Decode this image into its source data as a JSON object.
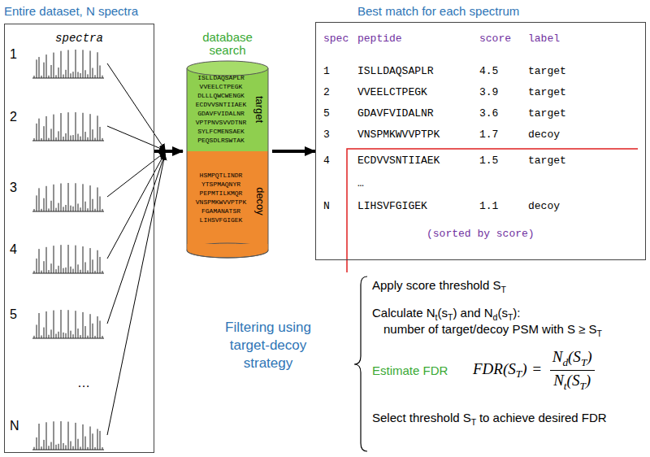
{
  "diagram": {
    "nodes": [
      {
        "text": [
          "Entire dataset, N spectra",
          "spectra"
        ]
      },
      {
        "text": [
          "database search"
        ]
      },
      {
        "text": [
          "ISLLDAQSAPLR",
          "VVEELCTPEGK",
          "DLLLQWCWENGK",
          "ECDVVSNTIIAEK",
          "GDAVFVIDALNR",
          "VPTPNVSVVDTNR",
          "SYLFCMENSAEK",
          "PEQSDLRSWTAK",
          "target"
        ],
        "in": 1
      },
      {
        "text": [
          "HSMPQTLINDR",
          "YTSPMAQNYR",
          "PEPMTILKMQR",
          "VNSPMKWVVPTPK",
          "FGAMANATSR",
          "LIHSVFGIGEK",
          "decoy"
        ],
        "in": 1
      },
      {
        "text": [
          "Best match for each spectrum"
        ]
      }
    ],
    "edges": [
      {
        "from": 0,
        "to": 1,
        "arrow": "to"
      },
      {
        "from": 1,
        "to": 4,
        "arrow": "to"
      }
    ],
    "labels": [
      "1",
      "2",
      "3",
      "4",
      "5",
      "…",
      "N",
      "spec",
      "peptide",
      "score",
      "label",
      "1",
      "ISLLDAQSAPLR",
      "4.5",
      "target",
      "2",
      "VVEELCTPEGK",
      "3.9",
      "target",
      "5",
      "GDAVFVIDALNR",
      "3.6",
      "target",
      "3",
      "VNSPMKWVVPTPK",
      "1.7",
      "decoy",
      "4",
      "ECDVVSNTIIAEK",
      "1.5",
      "target",
      "…",
      "N",
      "LIHSVFGIGEK",
      "1.1",
      "decoy",
      "(sorted by score)",
      "Filtering using target-decoy strategy",
      "Apply score threshold S",
      "T",
      "Calculate N",
      "t",
      "(s",
      "T",
      ") and N",
      "d",
      "(s",
      "T",
      "):",
      "number of target/decoy PSM with S ≥ S",
      "T",
      "Estimate FDR",
      "FDR(S",
      "T",
      ")",
      "=",
      "N",
      "d",
      "(S",
      "T",
      ")",
      "N",
      "t",
      "(S",
      "T",
      ")",
      "Select threshold S",
      "T",
      "to achieve desired FDR"
    ]
  }
}
